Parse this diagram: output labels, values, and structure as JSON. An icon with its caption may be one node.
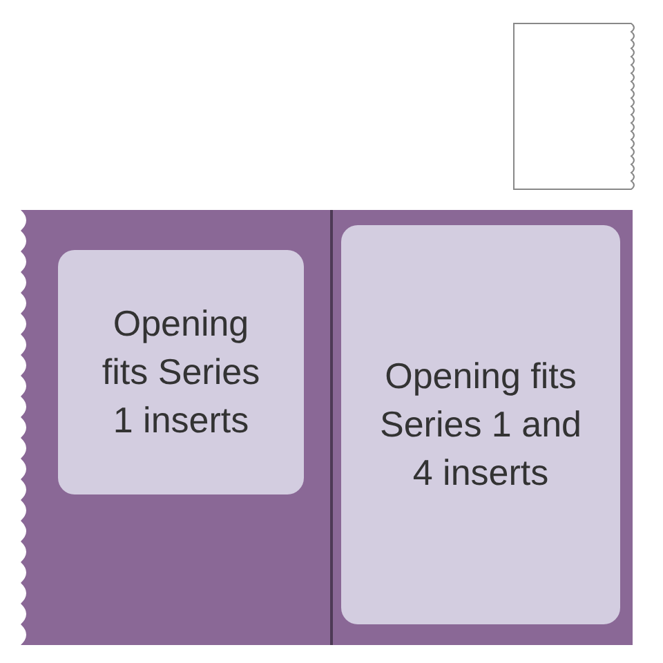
{
  "diagram": {
    "nodes": [
      {
        "text": [],
        "shape": "box"
      },
      {
        "text": [
          "Opening fits Series 1 inserts"
        ],
        "in": 0
      },
      {
        "text": [
          "Opening fits Series 1 and 4 inserts"
        ],
        "in": 0
      }
    ]
  }
}
